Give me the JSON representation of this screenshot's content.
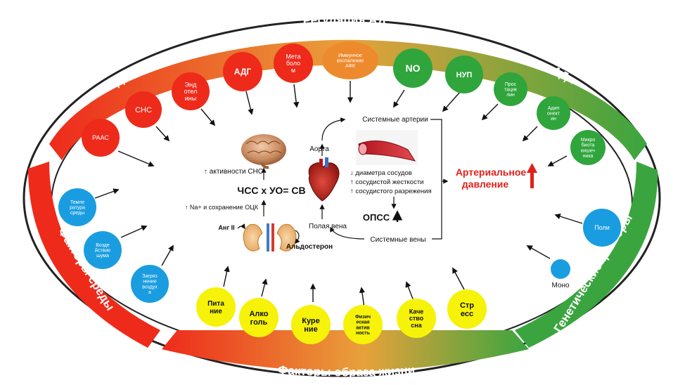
{
  "bands": {
    "top": "Регуляция АД",
    "left": "Факторы  среды",
    "right": "Генетические факторы",
    "bottom": "Факторы образа жизни",
    "ad_up": "АД ↑",
    "ad_down": "АД ↓"
  },
  "colors": {
    "red": "#ee2a1b",
    "orange": "#ee8a2e",
    "green": "#2fa53c",
    "blue": "#1a9de0",
    "yellow": "#f6f20a",
    "text_red": "#e0201a",
    "dark": "#111111"
  },
  "nodes": {
    "raas": "РААС",
    "sns": "СНС",
    "endotelin": "Энд\nотел\nины",
    "adg": "АДГ",
    "metabolom": "Мета\nболо\nм",
    "immune": "Иммунное\nвоспаление\nАФК",
    "no": "NO",
    "nup": "НУП",
    "prostacyclin": "Прос\nтацик\nлин",
    "adiponectin": "Адип\nонект\nин",
    "microbiota": "Микро\nбиота\nкишеч\nника",
    "temp": "Темпе\nратура\nсреды",
    "noise": "Возде\nйствие\nшума",
    "pollution": "Загряз\nнение\nвоздух\nа",
    "nutrition": "Пита\nние",
    "alcohol": "Алко\nголь",
    "smoking": "Куре\nние",
    "physical": "Физич\nеская\nактив\nность",
    "sleep": "Каче\nство\nсна",
    "stress": "Стр\nесс",
    "poly": "Поли",
    "mono": "Моно"
  },
  "center": {
    "sns_activity": "↑ активности СНС",
    "formula": "ЧСС х УО= СВ",
    "na_retention": "↑ Na+ и сохранение  ОЦК",
    "ang2": "Анг II",
    "aldosteron": "Альдостерон",
    "aorta": "Аорта",
    "vena_cava": "Полая вена",
    "systemic_arteries": "Системные артерии",
    "systemic_veins": "Системные вены",
    "vessel_1": "↓ диаметра сосудов",
    "vessel_2": "↑ сосудистой жесткости",
    "vessel_3": "↑ сосудистого разрежения",
    "opss": "ОПСС",
    "bp_line1": "Артериальное",
    "bp_line2": "давление"
  }
}
